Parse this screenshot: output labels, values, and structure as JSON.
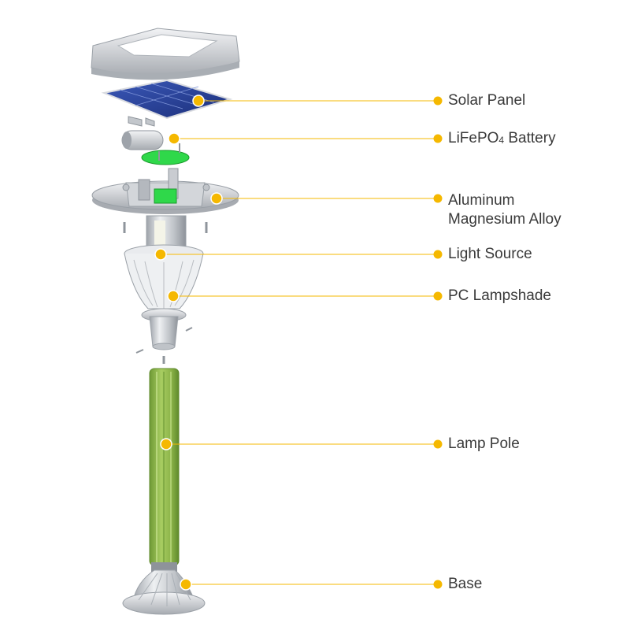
{
  "accent_color": "#f5b800",
  "pole_color": "#93bb4c",
  "metal_color": "#c9ccd1",
  "labels": {
    "solar_panel": "Solar Panel",
    "battery_prefix": "LiFePO",
    "battery_subscript": "4",
    "battery_suffix": " Battery",
    "alloy_line1": "Aluminum",
    "alloy_line2": "Magnesium Alloy",
    "light_source": "Light Source",
    "lampshade": "PC Lampshade",
    "lamp_pole": "Lamp Pole",
    "base": "Base"
  }
}
